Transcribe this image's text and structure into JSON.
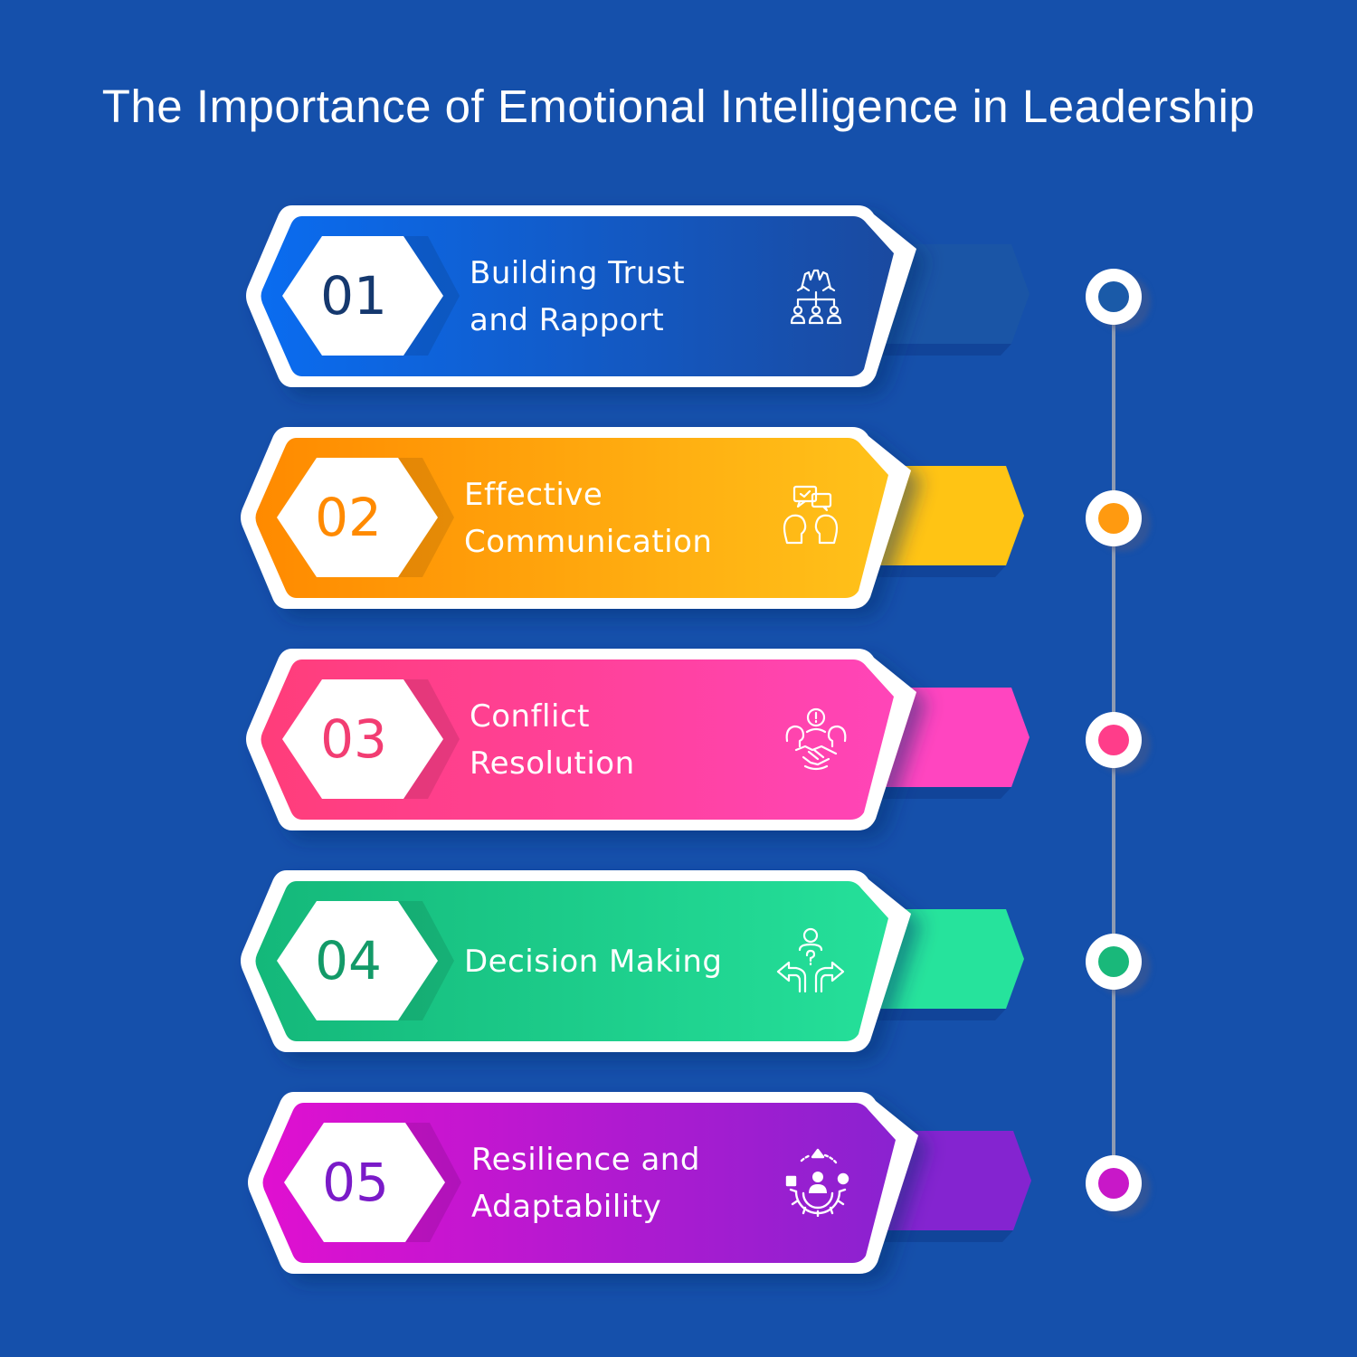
{
  "title": "The Importance of Emotional Intelligence in Leadership",
  "colors": {
    "background": "#1550ab",
    "line": "#8e9bb2"
  },
  "items": [
    {
      "number": "01",
      "line1": "Building Trust",
      "line2": "and Rapport",
      "icon": "teamwork-hands-icon",
      "color_start": "#0a6cf0",
      "color_end": "#1a4aa0",
      "tab_color": "#1a55a6",
      "number_color": "#15386e",
      "dot_color": "#1a5aa8"
    },
    {
      "number": "02",
      "line1": "Effective",
      "line2": "Communication",
      "icon": "conversation-icon",
      "color_start": "#ff8a00",
      "color_end": "#ffc21a",
      "tab_color": "#ffc414",
      "number_color": "#ff8a00",
      "dot_color": "#ff9a10"
    },
    {
      "number": "03",
      "line1": "Conflict",
      "line2": "Resolution",
      "icon": "handshake-icon",
      "color_start": "#ff3d7a",
      "color_end": "#ff45b8",
      "tab_color": "#ff45c0",
      "number_color": "#f23d72",
      "dot_color": "#ff3d8a"
    },
    {
      "number": "04",
      "line1": "Decision Making",
      "line2": "",
      "icon": "decision-icon",
      "color_start": "#14b87a",
      "color_end": "#25e09a",
      "tab_color": "#26e39c",
      "number_color": "#139a68",
      "dot_color": "#19b87a"
    },
    {
      "number": "05",
      "line1": "Resilience and",
      "line2": "Adaptability",
      "icon": "adaptability-icon",
      "color_start": "#e010d0",
      "color_end": "#8a22d0",
      "tab_color": "#8424d0",
      "number_color": "#7a1ac8",
      "dot_color": "#c818c8"
    }
  ]
}
